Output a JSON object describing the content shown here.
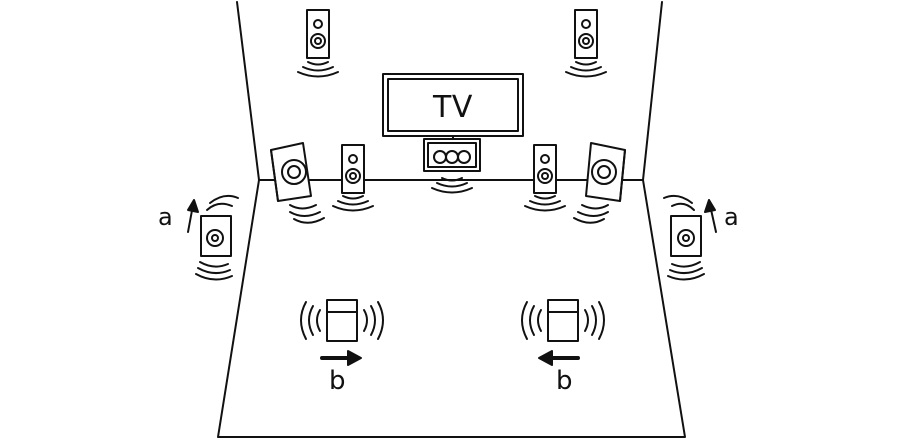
{
  "diagram": {
    "tv_label": "TV",
    "label_a": "a",
    "label_b": "b",
    "line_color": "#111111",
    "background": "#ffffff",
    "icons": [
      "tv-icon",
      "front-speaker-icon",
      "center-speaker-icon",
      "surround-speaker-icon",
      "height-speaker-icon",
      "sound-wave-icon",
      "arrow-icon"
    ]
  }
}
